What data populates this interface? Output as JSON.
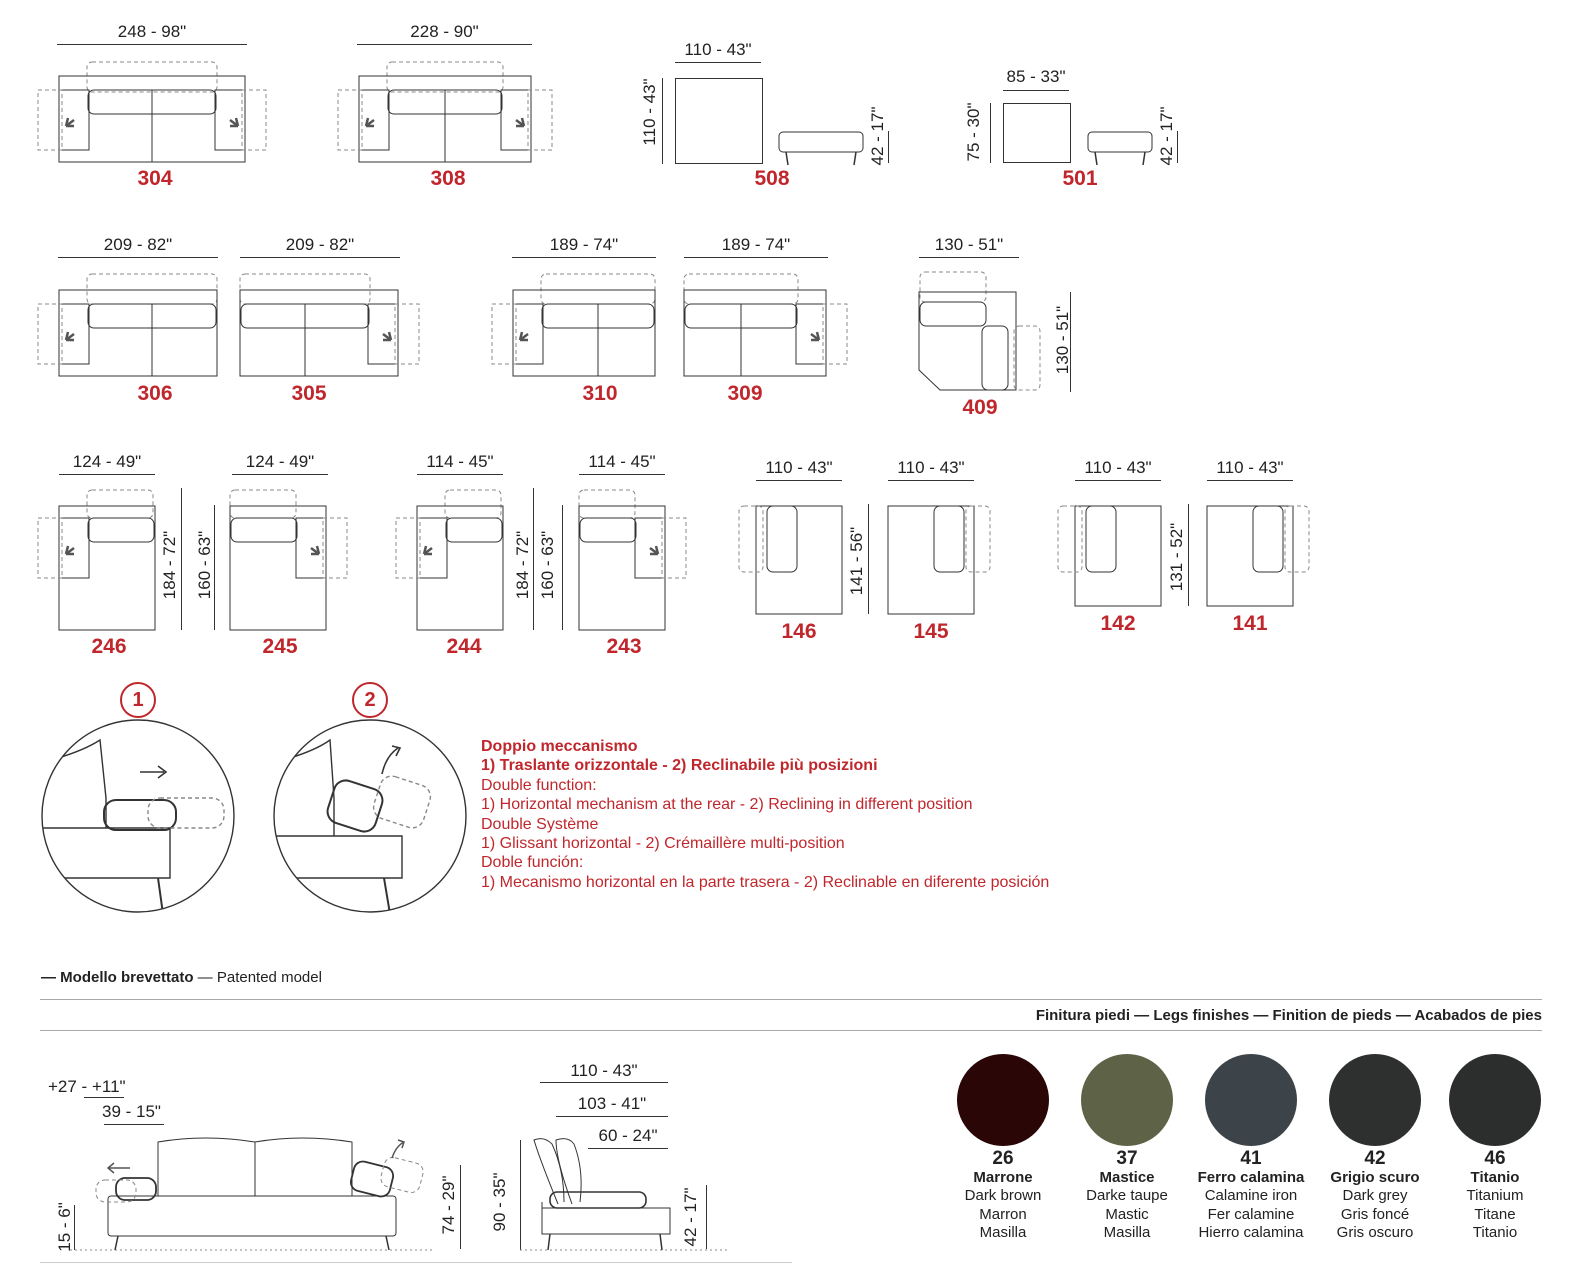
{
  "models": [
    {
      "code": "304",
      "width": "248 - 98\""
    },
    {
      "code": "308",
      "width": "228 - 90\""
    },
    {
      "code": "508",
      "width": "110 - 43\"",
      "depth": "110 - 43\"",
      "height": "42 - 17\""
    },
    {
      "code": "501",
      "width": "85 - 33\"",
      "depth": "75 - 30\"",
      "height": "42 - 17\""
    },
    {
      "code": "306",
      "width": "209 - 82\""
    },
    {
      "code": "305",
      "width": "209 - 82\""
    },
    {
      "code": "310",
      "width": "189 - 74\""
    },
    {
      "code": "309",
      "width": "189 - 74\""
    },
    {
      "code": "409",
      "width": "130 - 51\"",
      "depth": "130 - 51\""
    },
    {
      "code": "246",
      "width": "124 - 49\"",
      "depth": "184 - 72\""
    },
    {
      "code": "245",
      "width": "124 - 49\"",
      "depth": "160 - 63\""
    },
    {
      "code": "244",
      "width": "114 - 45\"",
      "depth": "184 - 72\""
    },
    {
      "code": "243",
      "width": "114 - 45\"",
      "depth": "160 - 63\""
    },
    {
      "code": "146",
      "width": "110 - 43\"",
      "depth": "141 - 56\""
    },
    {
      "code": "145",
      "width": "110 - 43\""
    },
    {
      "code": "142",
      "width": "110 - 43\"",
      "depth": "131 - 52\""
    },
    {
      "code": "141",
      "width": "110 - 43\""
    }
  ],
  "mechanism": {
    "step1": "1",
    "step2": "2",
    "lines": [
      {
        "text": "Doppio meccanismo",
        "bold": true
      },
      {
        "text": "1) Traslante orizzontale - 2) Reclinabile più posizioni",
        "bold": true
      },
      {
        "text": "Double function:",
        "bold": false
      },
      {
        "text": "1) Horizontal mechanism at the rear - 2) Reclining in different position",
        "bold": false
      },
      {
        "text": "Double Système",
        "bold": false
      },
      {
        "text": "1) Glissant horizontal  - 2) Crémaillère multi-position",
        "bold": false
      },
      {
        "text": "Doble función:",
        "bold": false
      },
      {
        "text": "1) Mecanismo horizontal en la parte trasera - 2) Reclinable en diferente posición",
        "bold": false
      }
    ]
  },
  "patent": {
    "bold": "— Modello brevettato",
    "normal": " — Patented model"
  },
  "side_dims": {
    "headrest_shift": "+27 - +11\"",
    "headrest_depth": "39 - 15\"",
    "seat_height": "15 - 6\"",
    "back_height": "74 - 29\"",
    "total_height": "90 - 35\"",
    "depth_total": "110 - 43\"",
    "depth_mid": "103 - 41\"",
    "depth_seat": "60 - 24\"",
    "arm_height": "42 - 17\""
  },
  "legs": {
    "title": "Finitura piedi — Legs finishes — Finition de pieds — Acabados de pies",
    "finishes": [
      {
        "num": "26",
        "name": "Marrone",
        "en": "Dark brown",
        "fr": "Marron",
        "es": "Masilla",
        "color": "#2a0606"
      },
      {
        "num": "37",
        "name": "Mastice",
        "en": "Darke taupe",
        "fr": "Mastic",
        "es": "Masilla",
        "color": "#5e6247"
      },
      {
        "num": "41",
        "name": "Ferro calamina",
        "en": "Calamine iron",
        "fr": "Fer calamine",
        "es": "Hierro calamina",
        "color": "#3d4449"
      },
      {
        "num": "42",
        "name": "Grigio scuro",
        "en": "Dark grey",
        "fr": "Gris foncé",
        "es": "Gris oscuro",
        "color": "#2d302e"
      },
      {
        "num": "46",
        "name": "Titanio",
        "en": "Titanium",
        "fr": "Titane",
        "es": "Titanio",
        "color": "#2c2e2d"
      }
    ]
  }
}
